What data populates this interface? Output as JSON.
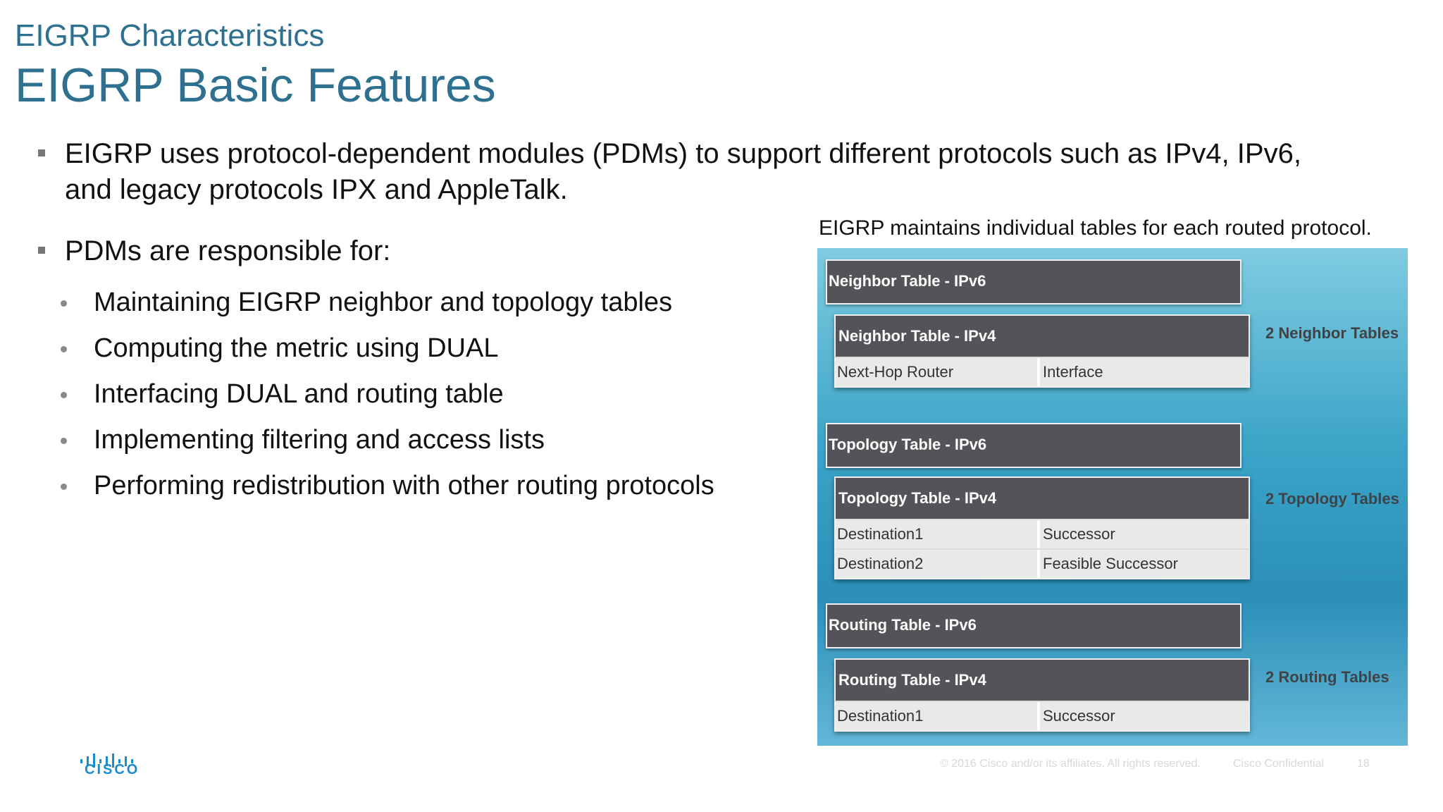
{
  "slide": {
    "supertitle": "EIGRP Characteristics",
    "title": "EIGRP Basic Features",
    "bullets": [
      {
        "line1": "EIGRP uses protocol-dependent modules (PDMs) to support different protocols such as IPv4, IPv6,",
        "line2": "and legacy protocols IPX and AppleTalk."
      },
      {
        "line1": "PDMs are responsible for:"
      }
    ],
    "sub_bullets": [
      "Maintaining EIGRP neighbor and topology tables",
      "Computing the metric using DUAL",
      "Interfacing DUAL and routing table",
      "Implementing filtering and access lists",
      "Performing redistribution with other routing protocols"
    ]
  },
  "figure": {
    "caption": "EIGRP maintains individual tables for each routed protocol.",
    "groups": [
      {
        "back_title": "Neighbor Table - IPv6",
        "front_title": "Neighbor Table - IPv4",
        "rows": [
          [
            "Next-Hop Router",
            "Interface"
          ]
        ],
        "side_label": "2 Neighbor Tables"
      },
      {
        "back_title": "Topology Table - IPv6",
        "front_title": "Topology Table - IPv4",
        "rows": [
          [
            "Destination1",
            "Successor"
          ],
          [
            "Destination2",
            "Feasible Successor"
          ]
        ],
        "side_label": "2 Topology Tables"
      },
      {
        "back_title": "Routing Table - IPv6",
        "front_title": "Routing Table - IPv4",
        "rows": [
          [
            "Destination1",
            "Successor"
          ]
        ],
        "side_label": "2 Routing Tables"
      }
    ]
  },
  "footer": {
    "copyright": "© 2016  Cisco and/or its affiliates. All rights reserved.",
    "confidential": "Cisco Confidential",
    "page_number": "18"
  },
  "logo": {
    "text": "CISCO",
    "icon": "cisco-bars-icon",
    "color": "#1b8bcf"
  },
  "colors": {
    "title": "#2d7090",
    "table_header": "#555258",
    "figure_bg": "#3ba4c7"
  }
}
